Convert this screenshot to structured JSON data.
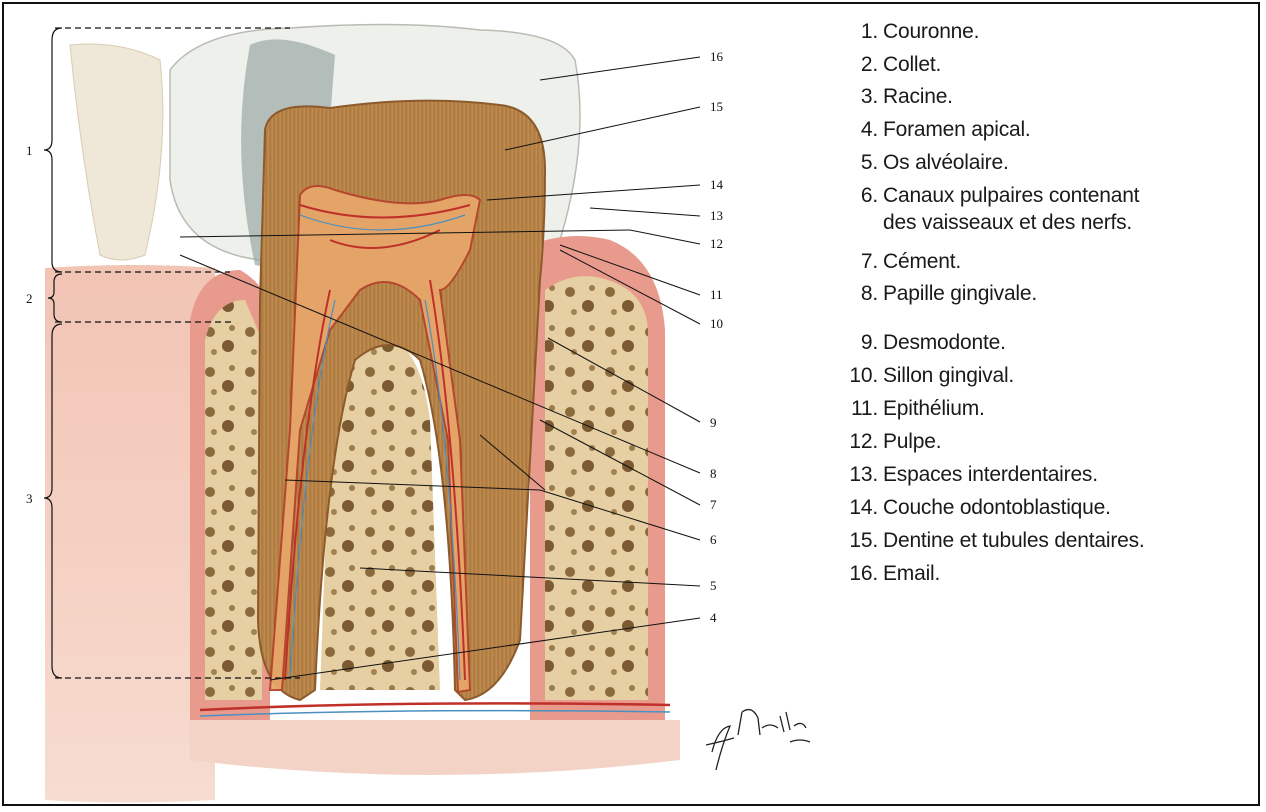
{
  "legend": [
    {
      "num": "1.",
      "text": "Couronne."
    },
    {
      "num": "2.",
      "text": "Collet."
    },
    {
      "num": "3.",
      "text": "Racine."
    },
    {
      "num": "4.",
      "text": "Foramen apical."
    },
    {
      "num": "5.",
      "text": "Os alvéolaire."
    },
    {
      "num": "6.",
      "text": "Canaux pulpaires contenant",
      "cont": "des vaisseaux et des nerfs."
    },
    {
      "num": "7.",
      "text": "Cément."
    },
    {
      "num": "8.",
      "text": "Papille gingivale."
    },
    {
      "num": "9.",
      "text": "Desmodonte."
    },
    {
      "num": "10.",
      "text": "Sillon gingival."
    },
    {
      "num": "11.",
      "text": "Epithélium."
    },
    {
      "num": "12.",
      "text": "Pulpe."
    },
    {
      "num": "13.",
      "text": "Espaces interdentaires."
    },
    {
      "num": "14.",
      "text": "Couche odontoblastique."
    },
    {
      "num": "15.",
      "text": "Dentine et tubules dentaires."
    },
    {
      "num": "16.",
      "text": "Email."
    }
  ],
  "callouts": [
    "16",
    "15",
    "14",
    "13",
    "12",
    "11",
    "10",
    "9",
    "8",
    "7",
    "6",
    "5",
    "4"
  ],
  "braces": [
    "1",
    "2",
    "3"
  ],
  "signature": "F. Netter M.D."
}
